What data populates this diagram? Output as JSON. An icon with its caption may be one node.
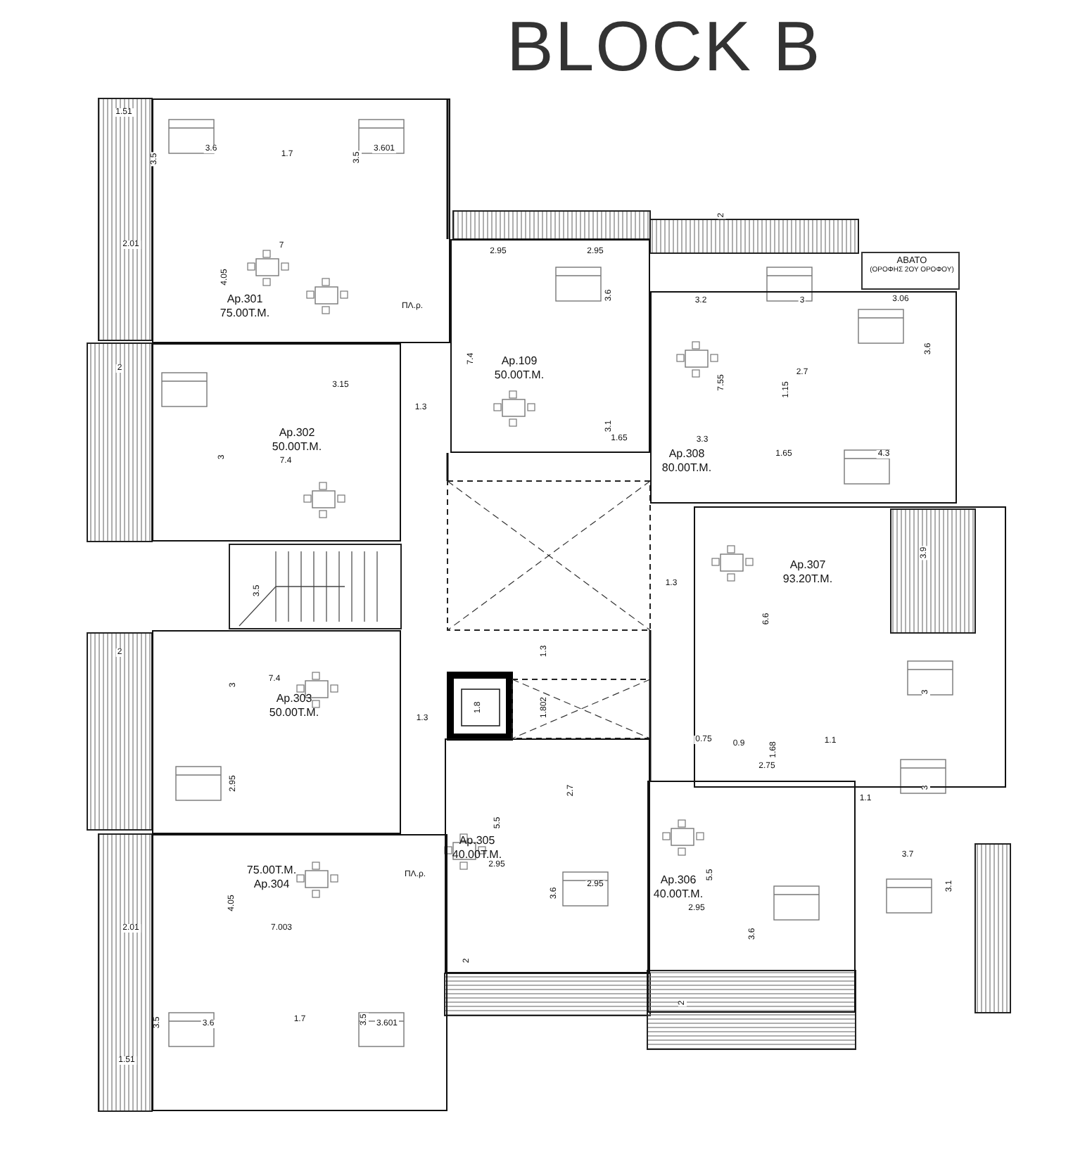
{
  "diagram": {
    "title": "BLOCK B",
    "nodes": [
      {
        "text": [
          "Ap.301",
          "75.00T.M."
        ]
      },
      {
        "text": [
          "Ap.302",
          "50.00T.M."
        ]
      },
      {
        "text": [
          "Ap.303",
          "50.00T.M."
        ]
      },
      {
        "text": [
          "75.00T.M.",
          "Ap.304"
        ]
      },
      {
        "text": [
          "Ap.109",
          "50.00T.M."
        ]
      },
      {
        "text": [
          "ΑΒΑΤΟ",
          "(ΟΡΟΦΗΣ 2ΟΥ ΟΡΟΦΟΥ)"
        ]
      },
      {
        "text": [
          "Ap.308",
          "80.00T.M."
        ]
      },
      {
        "text": [
          "Ap.307",
          "93.20T.M."
        ]
      },
      {
        "text": [
          "Ap.305",
          "40.00T.M."
        ]
      },
      {
        "text": [
          "Ap.306",
          "40.00T.M."
        ]
      }
    ],
    "labels": [
      "1.51",
      "3.6",
      "1.7",
      "3.601",
      "3.5",
      "3.5",
      "2",
      "2.01",
      "7",
      "2.95",
      "2.95",
      "4.05",
      "3.2",
      "3",
      "3.06",
      "3.6",
      "ΠΛ.ρ.",
      "3.6",
      "7.4",
      "2.7",
      "2",
      "3.15",
      "7.55",
      "1.15",
      "1.3",
      "3.1",
      "1.65",
      "3.3",
      "1.65",
      "4.3",
      "3",
      "7.4",
      "3.9",
      "1.3",
      "3.5",
      "6.6",
      "1.3",
      "2",
      "7.4",
      "3",
      "3",
      "1.8",
      "1.802",
      "1.3",
      "0.75",
      "1.1",
      "0.9",
      "1.68",
      "2.75",
      "2.95",
      "3",
      "2.7",
      "1.1",
      "5.5",
      "3.7",
      "2.95",
      "ΠΛ.ρ.",
      "5.5",
      "3.1",
      "2.95",
      "4.05",
      "3.6",
      "2.95",
      "2.01",
      "7.003",
      "3.6",
      "2",
      "1.7",
      "3.5",
      "3.5",
      "3.6",
      "3.601",
      "1.51",
      "2"
    ]
  }
}
